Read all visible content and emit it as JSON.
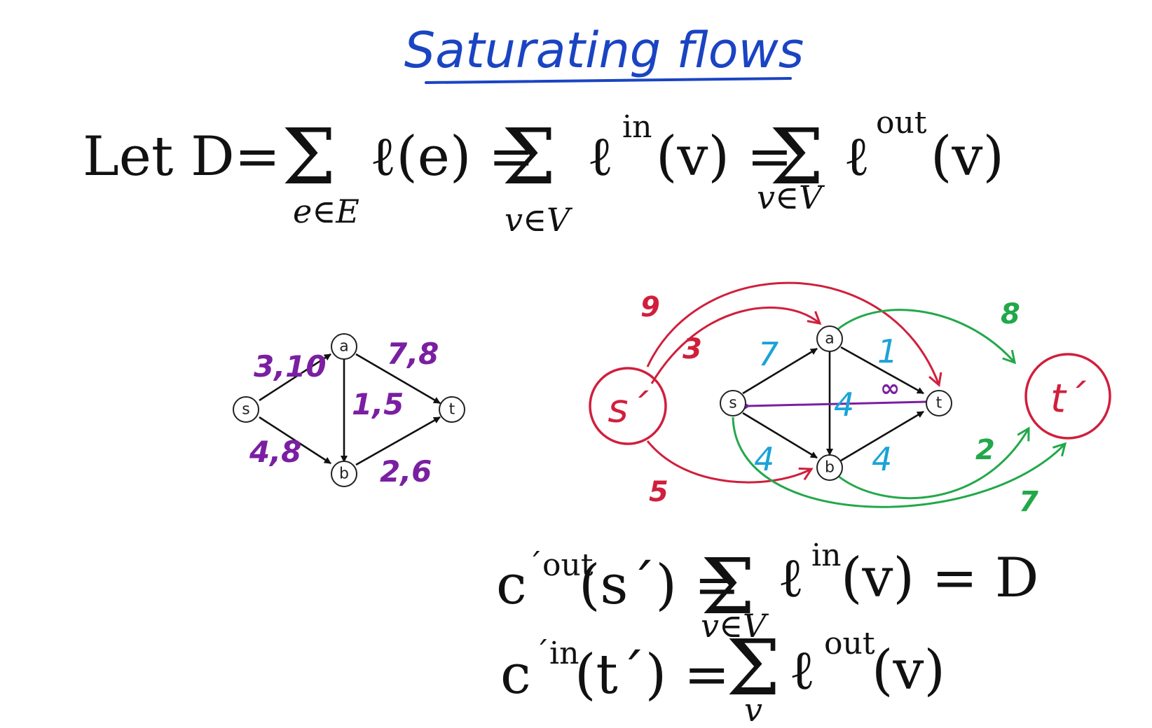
{
  "title": "Saturating flows",
  "colors": {
    "title_blue": "#1a44c2",
    "purple": "#7a1fa2",
    "red": "#d01f3c",
    "green": "#22a84a",
    "cyan": "#1aa3d8",
    "ink": "#111111"
  },
  "equation_top": {
    "lead": "Let D=",
    "term1": "ℓ(e) =",
    "term1_sub": "e∈E",
    "term2": "ℓ",
    "term2_sup": "in",
    "term2_arg": "(v) =",
    "term2_sub": "v∈V",
    "term3": "ℓ",
    "term3_sup": "out",
    "term3_arg": "(v)",
    "term3_sub": "v∈V",
    "sigma": "Σ"
  },
  "graph_left": {
    "nodes": {
      "s": "s",
      "a": "a",
      "b": "b",
      "t": "t"
    },
    "edge_labels": {
      "s_a": "3,10",
      "a_t": "7,8",
      "a_b": "1,5",
      "s_b": "4,8",
      "b_t": "2,6"
    }
  },
  "graph_right": {
    "nodes": {
      "s": "s",
      "a": "a",
      "b": "b",
      "t": "t",
      "s_prime": "s´",
      "t_prime": "t´"
    },
    "red_labels": {
      "sp_t": "9",
      "sp_a": "3",
      "sp_b": "5"
    },
    "green_labels": {
      "a_tp": "8",
      "t_tp": "2",
      "s_tp": "7"
    },
    "cyan_labels": {
      "s_a": "7",
      "a_t": "1",
      "a_b": "4",
      "s_b": "4",
      "b_t": "4"
    },
    "purple_label": {
      "t_s": "∞"
    }
  },
  "equation_bottom": {
    "line1_lhs": "c",
    "line1_sup": "´out",
    "line1_arg": "(s´) =",
    "line1_term": "ℓ",
    "line1_term_sup": "in",
    "line1_term_arg": "(v) = D",
    "line1_sub": "v∈V",
    "line2_lhs": "c",
    "line2_sup": "´in",
    "line2_arg": "(t´) =",
    "line2_term": "ℓ",
    "line2_term_sup": "out",
    "line2_term_arg": "(v)",
    "line2_sub": "v",
    "sigma": "Σ"
  }
}
